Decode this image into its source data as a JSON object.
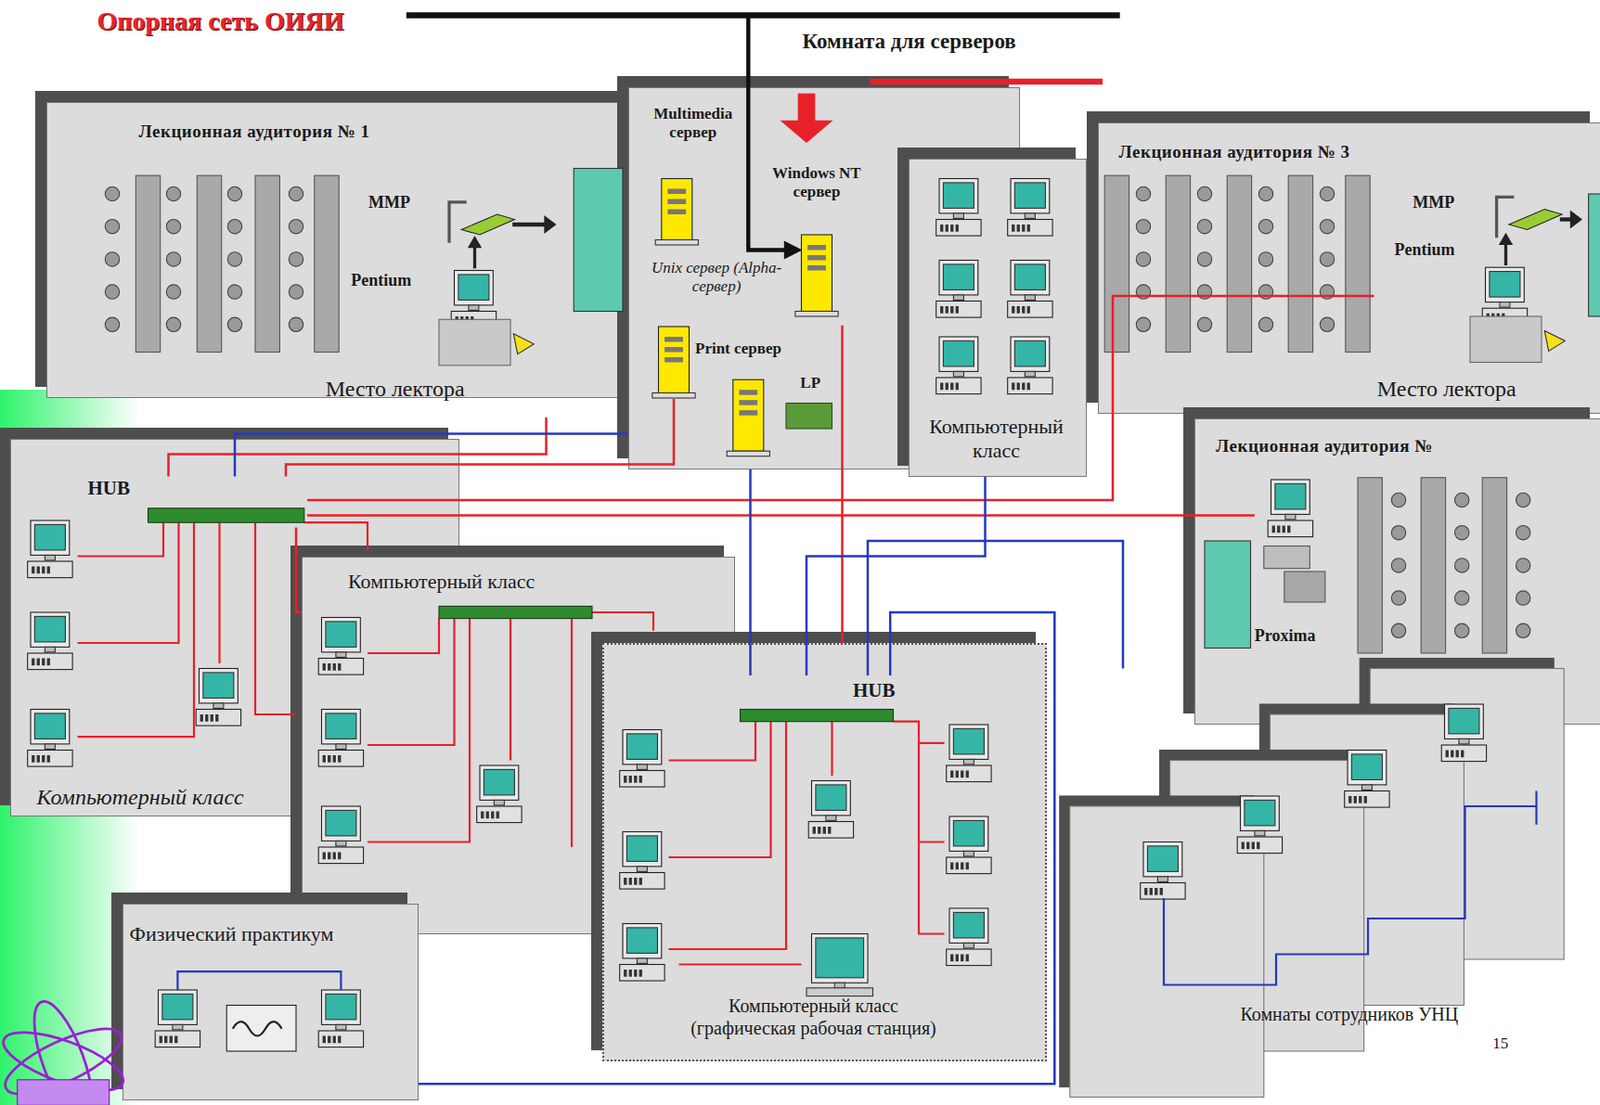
{
  "diagram": {
    "title": "Опорная сеть ОИЯИ",
    "nodes": [
      {
        "text": [
          "Лекционная аудитория № 1"
        ]
      },
      {
        "text": [
          "ММР",
          "Pentium",
          "Место лектора"
        ],
        "in": 0
      },
      {
        "text": [
          "Комната для серверов"
        ]
      },
      {
        "text": [
          "Multimedia сервер"
        ],
        "in": 2
      },
      {
        "text": [
          "Windows NT сервер"
        ],
        "in": 2
      },
      {
        "text": [
          "Unix сервер (Alpha-сервер)"
        ],
        "in": 2
      },
      {
        "text": [
          "Print сервер"
        ],
        "in": 2
      },
      {
        "text": [
          "LP"
        ],
        "in": 2
      },
      {
        "text": [
          "Компьютерный класс"
        ]
      },
      {
        "text": [
          "Лекционная аудитория № 3"
        ]
      },
      {
        "text": [
          "ММР",
          "Pentium",
          "Место лектора"
        ],
        "in": 9
      },
      {
        "text": [
          "Лекционная аудитория №"
        ]
      },
      {
        "text": [
          "Proxima"
        ],
        "in": 11
      },
      {
        "text": [
          "Компьютерный класс"
        ]
      },
      {
        "text": [
          "HUB"
        ],
        "in": 13
      },
      {
        "text": [
          "Компьютерный класс"
        ]
      },
      {
        "text": [
          "Компьютерный класс (графическая рабочая станция)"
        ]
      },
      {
        "text": [
          "HUB"
        ],
        "in": 16
      },
      {
        "text": [
          "Физический практикум"
        ]
      },
      {
        "text": [
          "Комнаты сотрудников УНЦ"
        ]
      }
    ],
    "edges": [
      {
        "from": 14,
        "to": 1,
        "arrow": "none"
      },
      {
        "from": 14,
        "to": 6,
        "arrow": "none"
      },
      {
        "from": 14,
        "to": 10,
        "arrow": "none"
      },
      {
        "from": 14,
        "to": 12,
        "arrow": "none"
      },
      {
        "from": 14,
        "to": 15,
        "arrow": "none"
      },
      {
        "from": 4,
        "to": 16,
        "arrow": "none"
      },
      {
        "from": 17,
        "to": 2,
        "arrow": "none"
      },
      {
        "from": 17,
        "to": 8,
        "arrow": "none"
      },
      {
        "from": 17,
        "to": 19,
        "arrow": "none"
      },
      {
        "from": 18,
        "to": 17,
        "arrow": "none"
      },
      {
        "from": 14,
        "to": 2,
        "arrow": "none"
      }
    ],
    "labels": [
      "15"
    ]
  }
}
